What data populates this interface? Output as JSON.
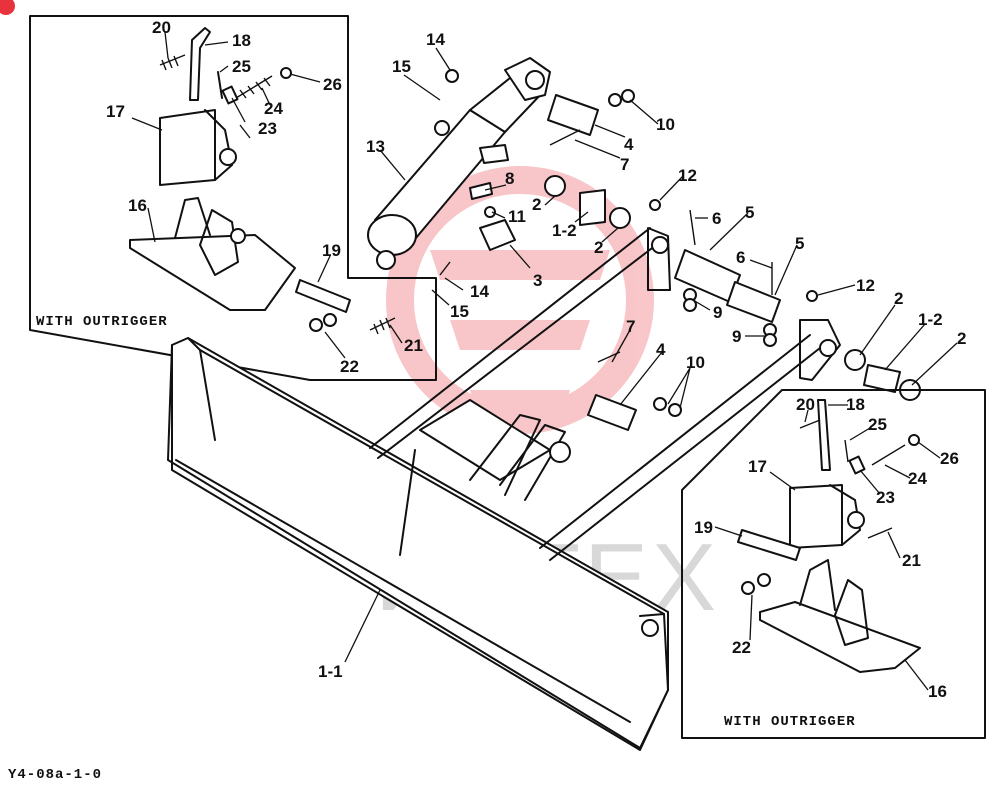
{
  "watermark": {
    "text": "ИНТЕХ",
    "color": "#e8323c"
  },
  "box_left": {
    "caption": "WITH OUTRIGGER"
  },
  "box_right": {
    "caption": "WITH OUTRIGGER"
  },
  "figure_code": "Y4-08a-1-0",
  "callouts": {
    "c20a": "20",
    "c18a": "18",
    "c25a": "25",
    "c24a": "24",
    "c26a": "26",
    "c23a": "23",
    "c17a": "17",
    "c16a": "16",
    "c19a": "19",
    "c21a": "21",
    "c22a": "22",
    "c14a": "14",
    "c15a": "15",
    "c13": "13",
    "c8": "8",
    "c11": "11",
    "c3": "3",
    "c14b": "14",
    "c15b": "15",
    "c10a": "10",
    "c4a": "4",
    "c7a": "7",
    "c2a": "2",
    "c12a_top": "1-2",
    "c2b": "2",
    "c12": "12",
    "c6a": "6",
    "c5a": "5",
    "c6b": "6",
    "c5b": "5",
    "c9a": "9",
    "c9b": "9",
    "c12b": "12",
    "c2c": "2",
    "c12c": "1-2",
    "c2d": "2",
    "c7b": "7",
    "c4b": "4",
    "c10b": "10",
    "c20b": "20",
    "c18b": "18",
    "c25b": "25",
    "c26b": "26",
    "c24b": "24",
    "c17b": "17",
    "c23b": "23",
    "c19b": "19",
    "c21b": "21",
    "c22b": "22",
    "c16b": "16",
    "c11b": "1-1"
  }
}
